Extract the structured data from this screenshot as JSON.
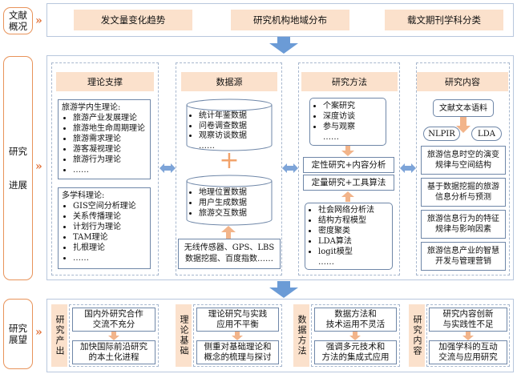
{
  "colors": {
    "orange": "#e8935a",
    "peach": "#fbe1cc",
    "blue_arrow": "#6b9bd6",
    "frame": "#b8c7dd",
    "box_border": "#6f87a8"
  },
  "sections": [
    {
      "lines": [
        "文献",
        "概况"
      ]
    },
    {
      "lines": [
        "研究",
        "进展"
      ]
    },
    {
      "lines": [
        "研究",
        "展望"
      ]
    }
  ],
  "overview": [
    "发文量变化趋势",
    "研究机构地域分布",
    "载文期刊学科分类"
  ],
  "theory": {
    "header": "理论支撑",
    "internal_title": "旅游学内生理论:",
    "internal_items": [
      "旅游产业发展理论",
      "旅游地生命周期理论",
      "旅游需求理论",
      "游客凝视理论",
      "旅游行为理论",
      "……"
    ],
    "multi_title": "多学科理论:",
    "multi_items": [
      "GIS空间分析理论",
      "关系传播理论",
      "计划行为理论",
      "TAM理论",
      "扎根理论",
      "……"
    ]
  },
  "datasource": {
    "header": "数据源",
    "top_items": [
      "统计年鉴数据",
      "问卷调查数据",
      "观察访谈数据",
      "……"
    ],
    "plus": "+",
    "bottom_items": [
      "地理位置数据",
      "用户生成数据",
      "旅游交互数据"
    ],
    "tech_lines": [
      "无线传感器、GPS、LBS",
      "数据挖掘、百度指数……"
    ]
  },
  "methods": {
    "header": "研究方法",
    "qual_items": [
      "个案研究",
      "深度访谈",
      "参与观察",
      "……"
    ],
    "combo1": "定性研究+内容分析",
    "combo2": "定量研究+工具算法",
    "quant_items": [
      "社会网络分析法",
      "结构方程模型",
      "密度聚类",
      "LDA算法",
      "logit模型",
      "……"
    ]
  },
  "content": {
    "header": "研究内容",
    "corpus": "文献文本语料",
    "tool1": "NLPIR",
    "tool2": "LDA",
    "topics": [
      [
        "旅游信息时空的演变",
        "规律与空间结构"
      ],
      [
        "基于数据挖掘的旅游",
        "信息分析与预测"
      ],
      [
        "旅游信息行为的特征",
        "规律与影响因素"
      ],
      [
        "旅游信息产业的智慧",
        "开发与管理营销"
      ]
    ]
  },
  "outlook": [
    {
      "label": "研究产出",
      "problem": [
        "国内外研究合作",
        "交流不充分"
      ],
      "solution": [
        "加快国际前沿研究",
        "的本土化进程"
      ]
    },
    {
      "label": "理论基础",
      "problem": [
        "理论研究与实践",
        "应用不平衡"
      ],
      "solution": [
        "侧重对基础理论和",
        "概念的梳理与探讨"
      ]
    },
    {
      "label": "数据方法",
      "problem": [
        "数据方法和",
        "技术运用不灵活"
      ],
      "solution": [
        "强调多元技术和",
        "方法的集成式应用"
      ]
    },
    {
      "label": "研究内容",
      "problem": [
        "研究内容创新",
        "与实践性不足"
      ],
      "solution": [
        "加强学科的互动",
        "交流与应用研究"
      ]
    }
  ]
}
